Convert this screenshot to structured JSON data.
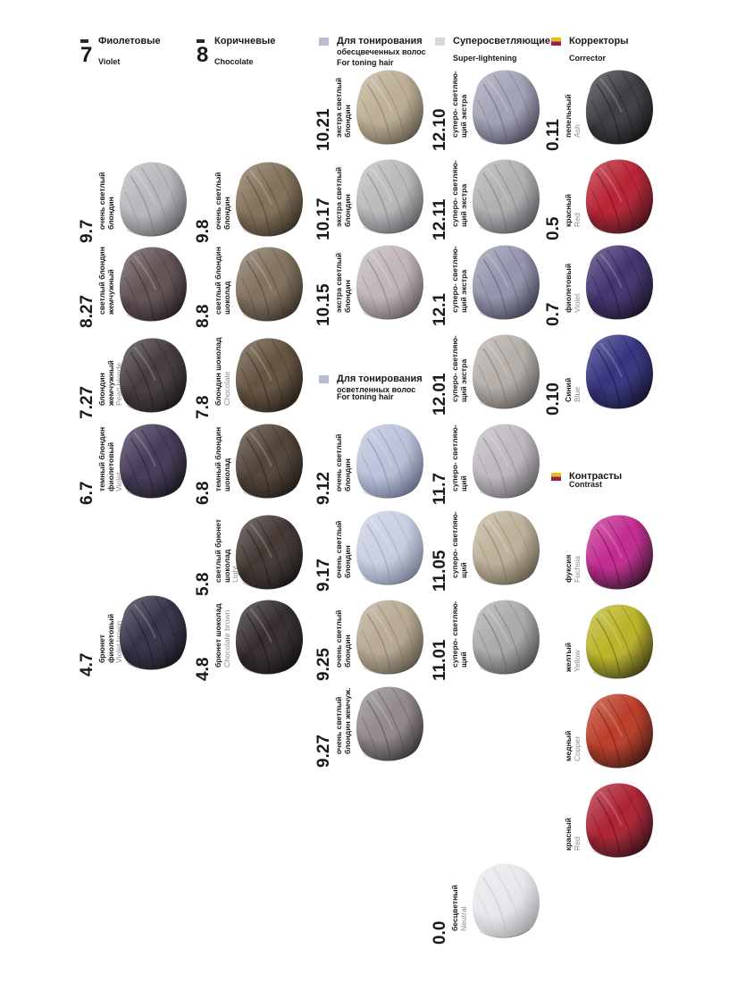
{
  "headers": {
    "violet": {
      "number": "7",
      "ru": "Фиолетовые",
      "en": "Violet",
      "bar_color": "#2a2a2a"
    },
    "chocolate": {
      "number": "8",
      "ru": "Коричневые",
      "en": "Chocolate",
      "bar_color": "#2a2a2a"
    },
    "toning_bleached": {
      "ru": "Для тонирования",
      "ru2": "обесцвеченных волос",
      "en": "For toning hair",
      "color": "#b9bcd0"
    },
    "super_lightening": {
      "ru": "Суперосветляющие",
      "en": "Super-lightening",
      "color": "#d8d8d8"
    },
    "corrector": {
      "ru": "Корректоры",
      "en": "Corrector",
      "color": "#c2283a"
    },
    "toning_lightened": {
      "ru": "Для тонирования",
      "ru2": "осветленных волос",
      "en": "For toning hair",
      "color": "#b9bcd0"
    },
    "contrast": {
      "ru": "Контрасты",
      "en": "Contrast",
      "color": "#c2283a"
    }
  },
  "swatches": {
    "c1": [
      {
        "code": "9.7",
        "ru": "очень светлый блондин",
        "en": "",
        "color": "#b5b3b8",
        "shade": "#6d6a70"
      },
      {
        "code": "8.27",
        "ru": "светлый блондин жемчужный",
        "en": "",
        "color": "#5a4a4c",
        "shade": "#231a1c"
      },
      {
        "code": "7.27",
        "ru": "блондин жемчужный",
        "en": "Pearl blonde",
        "color": "#3c3236",
        "shade": "#141012"
      },
      {
        "code": "6.7",
        "ru": "темный блондин фиолетовый",
        "en": "Violet",
        "color": "#3d3150",
        "shade": "#130f1c"
      },
      {
        "code": "4.7",
        "ru": "брюнет фиолетовый",
        "en": "Violet brown",
        "color": "#2d2840",
        "shade": "#0e0b16"
      }
    ],
    "c2": [
      {
        "code": "9.8",
        "ru": "очень светлый блондин",
        "en": "",
        "color": "#7d6a50",
        "shade": "#3a2d1f"
      },
      {
        "code": "8.8",
        "ru": "светлый блондин шоколад",
        "en": "",
        "color": "#7b6a55",
        "shade": "#3a3024"
      },
      {
        "code": "7.8",
        "ru": "блондин шоколад",
        "en": "Chocolate",
        "color": "#5d4a37",
        "shade": "#251b12"
      },
      {
        "code": "6.8",
        "ru": "темный блондин шоколад",
        "en": "",
        "color": "#4a3a2e",
        "shade": "#1b140f"
      },
      {
        "code": "5.8",
        "ru": "светлый брюнет шоколад",
        "en": "Light",
        "color": "#3a2e2a",
        "shade": "#130e0c"
      },
      {
        "code": "4.8",
        "ru": "брюнет шоколад",
        "en": "Chocolate brown",
        "color": "#2b2226",
        "shade": "#0c090a"
      }
    ],
    "c3": [
      {
        "code": "10.21",
        "ru": "экстра светлый блондин",
        "en": "",
        "color": "#b9ab90",
        "shade": "#6f6350"
      },
      {
        "code": "10.17",
        "ru": "экстра светлый блондин",
        "en": "",
        "color": "#b7b7b9",
        "shade": "#6b6b70"
      },
      {
        "code": "10.15",
        "ru": "экстра светлый блондин",
        "en": "",
        "color": "#bdb2b4",
        "shade": "#6e6467"
      },
      {
        "code": "9.12",
        "ru": "очень светлый блондин",
        "en": "",
        "color": "#b8bfd8",
        "shade": "#6e7594"
      },
      {
        "code": "9.17",
        "ru": "очень светлый блондин",
        "en": "",
        "color": "#c7cde0",
        "shade": "#838aa2"
      },
      {
        "code": "9.25",
        "ru": "очень светлый блондин",
        "en": "",
        "color": "#b4a58e",
        "shade": "#6b5f4e"
      },
      {
        "code": "9.27",
        "ru": "очень светлый блондин жемчуж.",
        "en": "",
        "color": "#8c8386",
        "shade": "#3d373a"
      }
    ],
    "c4": [
      {
        "code": "12.10",
        "ru": "суперо- светляю- щий экстра",
        "en": "",
        "color": "#9e9eb3",
        "shade": "#4f4f63"
      },
      {
        "code": "12.11",
        "ru": "суперо- светляю- щий экстра",
        "en": "",
        "color": "#adadb0",
        "shade": "#616166"
      },
      {
        "code": "12.1",
        "ru": "суперо- светляю- щий экстра",
        "en": "",
        "color": "#8f90a8",
        "shade": "#434458"
      },
      {
        "code": "12.01",
        "ru": "суперо- светляю- щий экстра",
        "en": "",
        "color": "#b2aba6",
        "shade": "#68625e"
      },
      {
        "code": "11.7",
        "ru": "суперо- светляю- щий",
        "en": "",
        "color": "#bbb6bd",
        "shade": "#716c73"
      },
      {
        "code": "11.05",
        "ru": "суперо- светляю- щий",
        "en": "",
        "color": "#bcae96",
        "shade": "#726652"
      },
      {
        "code": "11.01",
        "ru": "суперо- светляю- щий",
        "en": "",
        "color": "#a8a6a9",
        "shade": "#58565a"
      },
      {
        "code": "0.0",
        "ru": "бесцветный",
        "en": "Neutral",
        "color": "#e6e7ea",
        "shade": "#b8b9be"
      }
    ],
    "c5": [
      {
        "code": "0.11",
        "ru": "пепельный",
        "en": "Ash",
        "color": "#34343a",
        "shade": "#0c0c0f"
      },
      {
        "code": "0.5",
        "ru": "красный",
        "en": "Red",
        "color": "#b4182a",
        "shade": "#4c0710"
      },
      {
        "code": "0.7",
        "ru": "фиолетовый",
        "en": "Violet",
        "color": "#3a2a6a",
        "shade": "#120a26"
      },
      {
        "code": "0.10",
        "ru": "Синий",
        "en": "Blue",
        "color": "#2c2a7a",
        "shade": "#0c0b30"
      },
      {
        "code": "",
        "ru": "фуксия",
        "en": "Fuchsia",
        "color": "#c0208a",
        "shade": "#3c0a2a"
      },
      {
        "code": "",
        "ru": "желтый",
        "en": "Yellow",
        "color": "#b7b01e",
        "shade": "#4a4508"
      },
      {
        "code": "",
        "ru": "медный",
        "en": "Copper",
        "color": "#b8341e",
        "shade": "#4a1208"
      },
      {
        "code": "",
        "ru": "красный",
        "en": "Red",
        "color": "#a9182a",
        "shade": "#3f0610"
      }
    ]
  }
}
